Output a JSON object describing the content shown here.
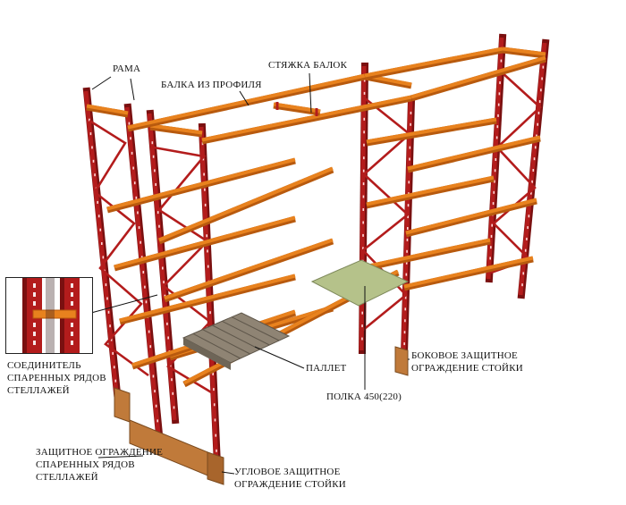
{
  "colors": {
    "upright": "#b31c1c",
    "upright_dark": "#7a1010",
    "beam": "#e8821e",
    "beam_dark": "#b85a0e",
    "shelf": "#b5c28a",
    "pallet": "#8f8474",
    "guard": "#c07a3a",
    "leader": "#111111"
  },
  "labels": {
    "rama": "РАМА",
    "balka": "БАЛКА ИЗ ПРОФИЛЯ",
    "styazhka": "СТЯЖКА БАЛОК",
    "soedinitel": "СОЕДИНИТЕЛЬ\nСПАРЕННЫХ РЯДОВ\nСТЕЛЛАЖЕЙ",
    "pallet": "ПАЛЛЕТ",
    "polka": "ПОЛКА 450(220)",
    "bokovoe": "БОКОВОЕ ЗАЩИТНОЕ\nОГРАЖДЕНИЕ СТОЙКИ",
    "zashchitnoe": "ЗАЩИТНОЕ ОГРАЖДЕНИЕ\nСПАРЕННЫХ РЯДОВ\nСТЕЛЛАЖЕЙ",
    "uglovoe": "УГЛОВОЕ ЗАЩИТНОЕ\nОГРАЖДЕНИЕ СТОЙКИ"
  }
}
